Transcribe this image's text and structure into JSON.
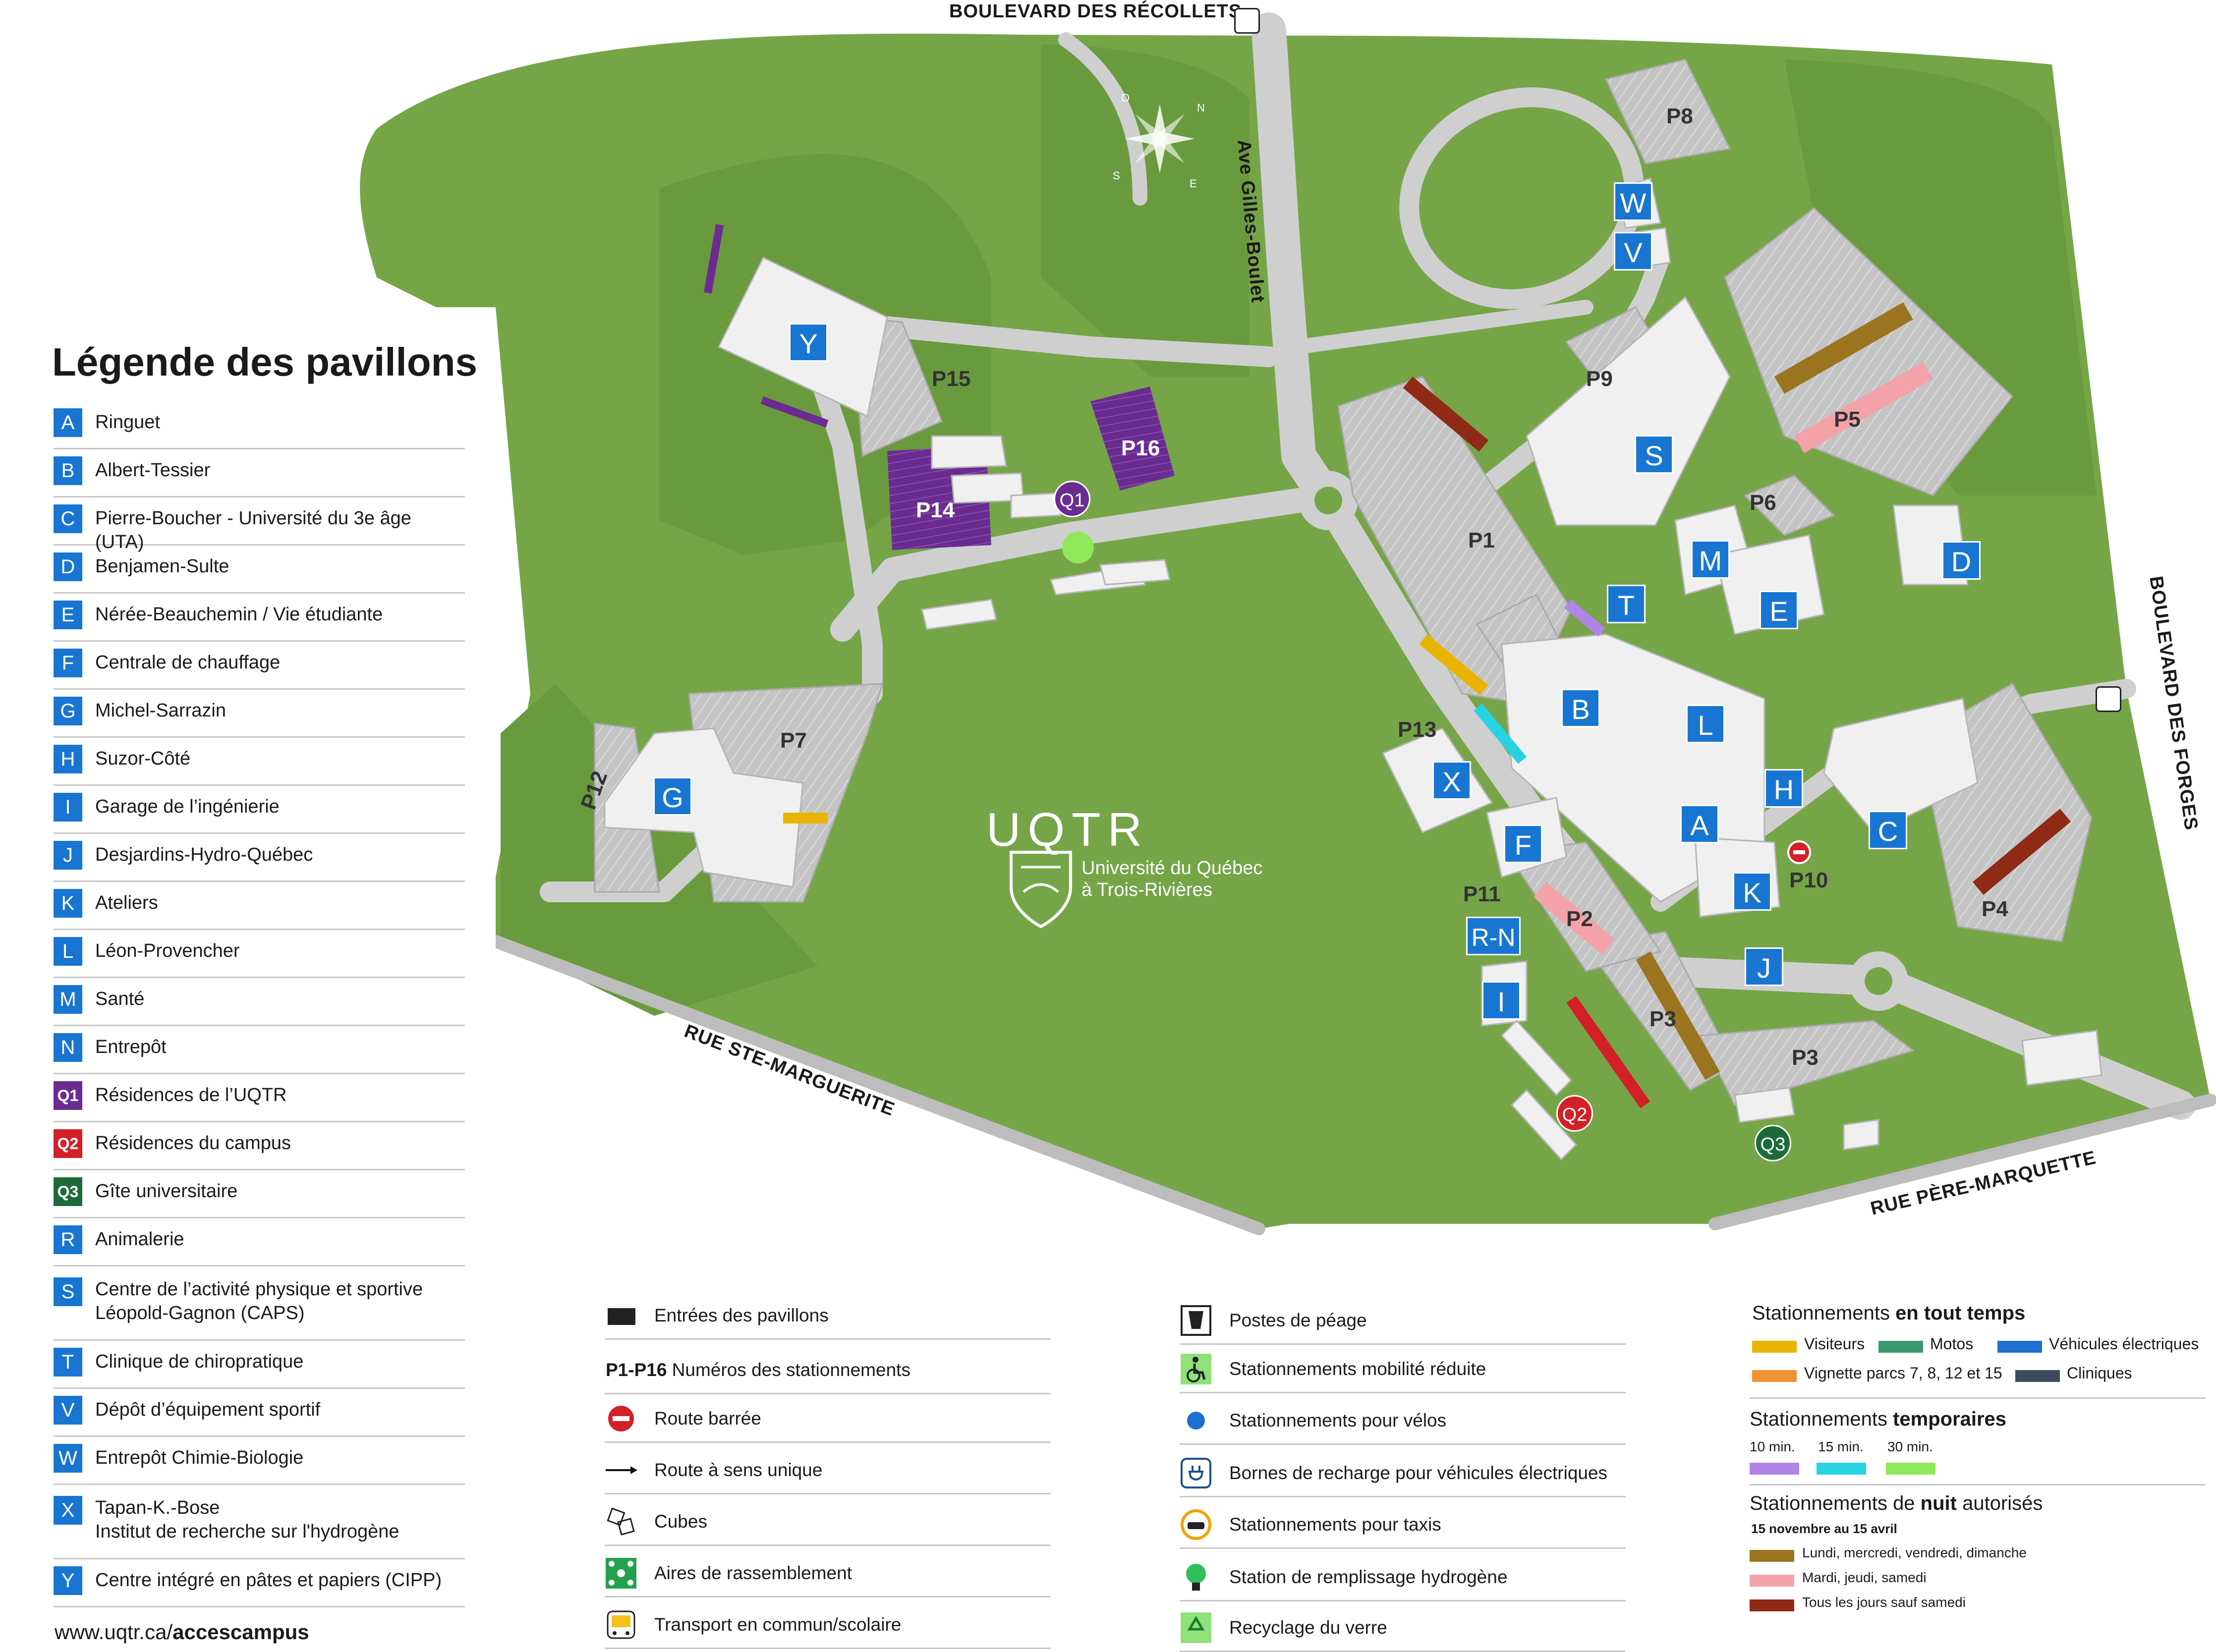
{
  "streets": {
    "recollets": "BOULEVARD DES RÉCOLLETS",
    "gilles_boulet": "Ave Gilles-Boulet",
    "forges": "BOULEVARD DES FORGES",
    "ste_marguerite": "RUE STE-MARGUERITE",
    "pere_marquette": "RUE PÈRE-MARQUETTE"
  },
  "compass": {
    "n": "N",
    "e": "E",
    "s": "S",
    "o": "O"
  },
  "logo": {
    "word": "UQTR",
    "line1": "Université du Québec",
    "line2": "à Trois-Rivières"
  },
  "map_buildings": [
    {
      "label": "Y"
    },
    {
      "label": "G"
    },
    {
      "label": "S"
    },
    {
      "label": "W"
    },
    {
      "label": "V"
    },
    {
      "label": "M"
    },
    {
      "label": "D"
    },
    {
      "label": "E"
    },
    {
      "label": "T"
    },
    {
      "label": "B"
    },
    {
      "label": "L"
    },
    {
      "label": "X"
    },
    {
      "label": "F"
    },
    {
      "label": "A"
    },
    {
      "label": "H"
    },
    {
      "label": "C"
    },
    {
      "label": "K"
    },
    {
      "label": "J"
    },
    {
      "label": "R-N"
    },
    {
      "label": "I"
    }
  ],
  "map_residences": [
    {
      "label": "Q1",
      "color": "#6a2c91"
    },
    {
      "label": "Q2",
      "color": "#d32027"
    },
    {
      "label": "Q3",
      "color": "#1e6b3a"
    }
  ],
  "map_parkings": [
    {
      "label": "P8"
    },
    {
      "label": "P9"
    },
    {
      "label": "P5"
    },
    {
      "label": "P6"
    },
    {
      "label": "P1"
    },
    {
      "label": "P15"
    },
    {
      "label": "P16"
    },
    {
      "label": "P14"
    },
    {
      "label": "P7"
    },
    {
      "label": "P12"
    },
    {
      "label": "P13"
    },
    {
      "label": "P11"
    },
    {
      "label": "P2"
    },
    {
      "label": "P10"
    },
    {
      "label": "P4"
    },
    {
      "label": "P3"
    },
    {
      "label": "P3"
    }
  ],
  "legend": {
    "title": "Légende des pavillons",
    "url_prefix": "www.uqtr.ca/",
    "url_bold": "accescampus",
    "items": [
      {
        "key": "A",
        "name": "Ringuet",
        "sub": ""
      },
      {
        "key": "B",
        "name": "Albert-Tessier",
        "sub": ""
      },
      {
        "key": "C",
        "name": "Pierre-Boucher",
        "sub": " - Université du 3e âge (UTA)"
      },
      {
        "key": "D",
        "name": "Benjamen-Sulte",
        "sub": ""
      },
      {
        "key": "E",
        "name": "Nérée-Beauchemin / Vie étudiante",
        "sub": ""
      },
      {
        "key": "F",
        "name": "Centrale de chauffage",
        "sub": ""
      },
      {
        "key": "G",
        "name": "Michel-Sarrazin",
        "sub": ""
      },
      {
        "key": "H",
        "name": "Suzor-Côté",
        "sub": ""
      },
      {
        "key": "I",
        "name": "Garage de l’ingénierie",
        "sub": ""
      },
      {
        "key": "J",
        "name": "Desjardins-Hydro-Québec",
        "sub": ""
      },
      {
        "key": "K",
        "name": "Ateliers",
        "sub": ""
      },
      {
        "key": "L",
        "name": "Léon-Provencher",
        "sub": ""
      },
      {
        "key": "M",
        "name": "Santé",
        "sub": ""
      },
      {
        "key": "N",
        "name": "Entrepôt",
        "sub": ""
      },
      {
        "key": "Q1",
        "name": "Résidences de l’UQTR",
        "sub": ""
      },
      {
        "key": "Q2",
        "name": "Résidences du campus",
        "sub": ""
      },
      {
        "key": "Q3",
        "name": "Gîte universitaire",
        "sub": ""
      },
      {
        "key": "R",
        "name": "Animalerie",
        "sub": ""
      },
      {
        "key": "S",
        "name": "Centre de l’activité physique et sportive",
        "name2": "Léopold-Gagnon (CAPS)",
        "sub": ""
      },
      {
        "key": "T",
        "name": "Clinique de chiropratique",
        "sub": ""
      },
      {
        "key": "V",
        "name": "Dépôt d’équipement sportif",
        "sub": ""
      },
      {
        "key": "W",
        "name": "Entrepôt Chimie-Biologie",
        "sub": ""
      },
      {
        "key": "X",
        "name": "Tapan-K.-Bose",
        "name2": "Institut de recherche sur l'hydrogène",
        "sub": ""
      },
      {
        "key": "Y",
        "name": "Centre intégré en pâtes et papiers (CIPP)",
        "sub": ""
      }
    ]
  },
  "symbols_col1": [
    {
      "icon": "entrance-icon",
      "prefix": "",
      "text": "Entrées des pavillons"
    },
    {
      "icon": "",
      "prefix": "P1-P16",
      "text": "Numéros des stationnements"
    },
    {
      "icon": "road-closed-icon",
      "prefix": "",
      "text": "Route barrée"
    },
    {
      "icon": "one-way-arrow-icon",
      "prefix": "",
      "text": "Route à sens unique"
    },
    {
      "icon": "cubes-icon",
      "prefix": "",
      "text": "Cubes"
    },
    {
      "icon": "assembly-area-icon",
      "prefix": "",
      "text": "Aires de rassemblement"
    },
    {
      "icon": "bus-icon",
      "prefix": "",
      "text": "Transport en commun/scolaire"
    }
  ],
  "symbols_col2": [
    {
      "icon": "toll-booth-icon",
      "text": "Postes de péage"
    },
    {
      "icon": "accessible-parking-icon",
      "text": "Stationnements mobilité réduite"
    },
    {
      "icon": "bike-parking-icon",
      "text": "Stationnements pour vélos"
    },
    {
      "icon": "ev-charging-icon",
      "text": "Bornes de recharge pour véhicules électriques"
    },
    {
      "icon": "taxi-icon",
      "text": "Stationnements pour taxis"
    },
    {
      "icon": "hydrogen-station-icon",
      "text": "Station de remplissage hydrogène"
    },
    {
      "icon": "glass-recycling-icon",
      "text": "Recyclage du verre"
    }
  ],
  "parking_legend": {
    "all_time_prefix": "Stationnements ",
    "all_time_bold": "en tout temps",
    "all_time": [
      {
        "label": "Visiteurs",
        "color": "#e8b400"
      },
      {
        "label": "Motos",
        "color": "#3a9a6e"
      },
      {
        "label": "Véhicules électriques",
        "color": "#1d6fd0"
      },
      {
        "label": "Vignette parcs 7, 8, 12 et 15",
        "color": "#f39234"
      },
      {
        "label": "Cliniques",
        "color": "#3c4a5c"
      }
    ],
    "temp_prefix": "Stationnements ",
    "temp_bold": "temporaires",
    "temp": [
      {
        "label": "10 min.",
        "color": "#b184e8"
      },
      {
        "label": "15 min.",
        "color": "#27d3e3"
      },
      {
        "label": "30 min.",
        "color": "#8ee85a"
      }
    ],
    "night_prefix": "Stationnements de ",
    "night_bold": "nuit",
    "night_suffix": " autorisés",
    "night_dates": "15 novembre au 15 avril",
    "night": [
      {
        "label": "Lundi, mercredi, vendredi, dimanche",
        "color": "#9b7420"
      },
      {
        "label": "Mardi, jeudi, samedi",
        "color": "#f3a2a8"
      },
      {
        "label": "Tous les jours sauf samedi",
        "color": "#8f2a17"
      }
    ]
  },
  "colors": {
    "grass": "#76a548",
    "grass_dark": "#5e8f36",
    "road": "#cfcfcf",
    "building": "#f0f0f0",
    "badge_blue": "#1876d2",
    "purple_parking": "#6a2c91"
  }
}
